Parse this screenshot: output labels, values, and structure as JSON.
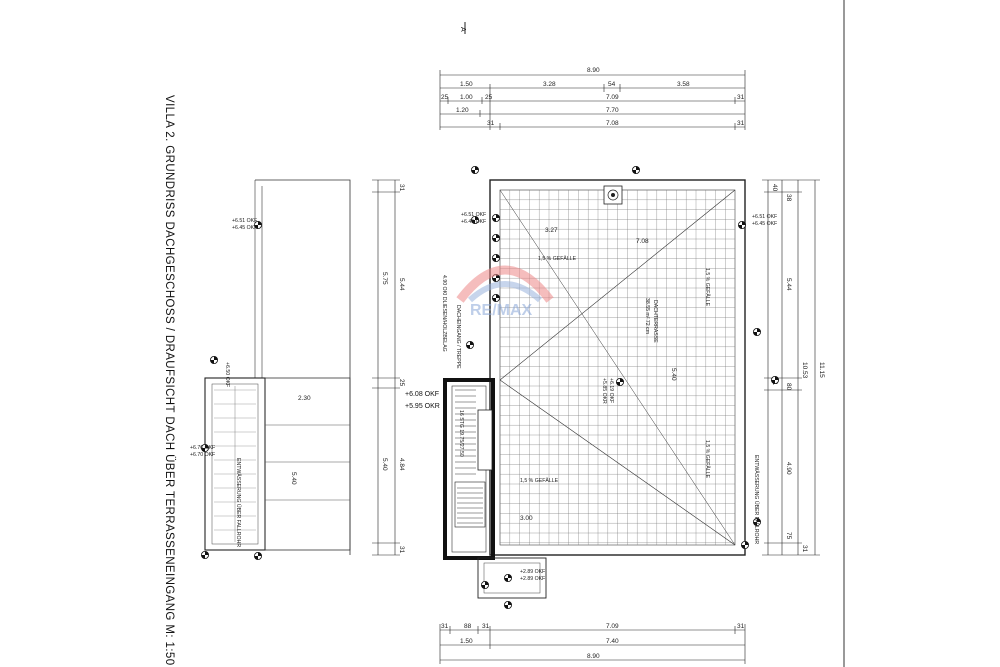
{
  "title": "VILLA 2. GRUNDRISS DACHGESCHOSS / DRAUFSICHT DACH ÜBER TERRASSENEINGANG M: 1:50",
  "section_marker": "A",
  "watermark": "RE/MAX",
  "dims": {
    "top": {
      "row1": [
        "8.90"
      ],
      "row2": [
        "1.50",
        "3.28",
        "54",
        "3.58"
      ],
      "row3": [
        "25",
        "1.00",
        "25",
        "7.09",
        "31"
      ],
      "row4": [
        "1.20",
        "7.70"
      ],
      "row5": [
        "31",
        "7.08",
        "31"
      ]
    },
    "bottom": {
      "row1": [
        "31",
        "88",
        "31",
        "7.09",
        "31"
      ],
      "row2": [
        "1.50",
        "7.40"
      ],
      "row3": [
        "8.90"
      ]
    },
    "right": [
      "11.15",
      "10.53",
      "5.44",
      "4.90",
      "40",
      "38",
      "75",
      "31",
      "80",
      "31"
    ],
    "left": [
      "5.75",
      "5.44",
      "5.40",
      "4.84",
      "31",
      "25",
      "31"
    ],
    "inner": [
      "3.27",
      "7.08",
      "5.40",
      "3.00",
      "2.30"
    ]
  },
  "levels": {
    "okf_651": "+6.51 OKF",
    "okf_645": "+6.45 OKF",
    "okf_619": "+6.19 OKF",
    "okr_585": "+5.85 OKR",
    "okf_608": "+6.08 OKF",
    "okr_595": "+5.95 OKR",
    "okf_289": "+2.89 OKF",
    "okf_676": "+6.76 OKF",
    "okf_670": "+6.70 OKF",
    "okf_650": "+6.50 OKF"
  },
  "annotations": {
    "dachterrasse": "DACHTERRASSE",
    "dachterrasse_sub": "38.55 m² 72 cm",
    "dacheingang": "DACHEINGANG / TREPPE",
    "dacheingang_sub": "4.90 OKI DLIESEN/HOLZBELAG",
    "stairs": "16 STG 19.75/27.50",
    "gefaelle": "1,5 % GEFÄLLE",
    "side_note": "ENTWÄSSERUNG ÜBER FALLROHR"
  }
}
